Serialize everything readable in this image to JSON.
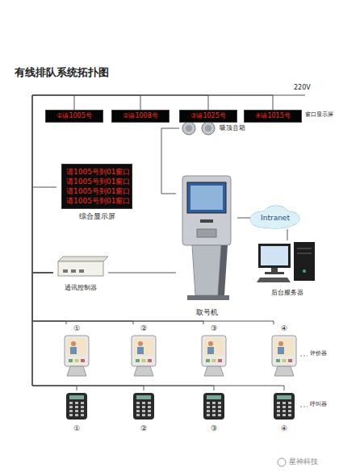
{
  "diagram": {
    "title": "有线排队系统拓扑图",
    "nodes": [
      {
        "text": [
          "①请1005号"
        ]
      },
      {
        "text": [
          "②请1008号"
        ]
      },
      {
        "text": [
          "③请1025号"
        ]
      },
      {
        "text": [
          "④请1015号"
        ]
      },
      {
        "text": [
          "请1005号到01窗口",
          "请1005号到01窗口",
          "请1005号到01窗口",
          "请1005号到01窗口",
          "综合显示屏"
        ]
      },
      {
        "text": [
          "吸顶音箱"
        ]
      },
      {
        "text": [
          "取号机"
        ]
      },
      {
        "text": [
          "Intranet"
        ]
      },
      {
        "text": [
          "后台服务器"
        ]
      },
      {
        "text": [
          "通讯控制器"
        ]
      },
      {
        "text": [
          "①"
        ]
      },
      {
        "text": [
          "②"
        ]
      },
      {
        "text": [
          "③"
        ]
      },
      {
        "text": [
          "④"
        ]
      },
      {
        "text": [
          "①"
        ]
      },
      {
        "text": [
          "②"
        ]
      },
      {
        "text": [
          "③"
        ]
      },
      {
        "text": [
          "④"
        ]
      }
    ],
    "edges": [
      {
        "from": 9,
        "to": 0,
        "arrow": "none"
      },
      {
        "from": 9,
        "to": 1,
        "arrow": "none"
      },
      {
        "from": 9,
        "to": 2,
        "arrow": "none"
      },
      {
        "from": 9,
        "to": 3,
        "arrow": "none"
      },
      {
        "from": 9,
        "to": 4,
        "arrow": "none"
      },
      {
        "from": 9,
        "to": 6,
        "arrow": "none"
      },
      {
        "from": 6,
        "to": 5,
        "arrow": "none"
      },
      {
        "from": 6,
        "to": 7,
        "arrow": "none"
      },
      {
        "from": 7,
        "to": 8,
        "arrow": "none"
      },
      {
        "from": 9,
        "to": 10,
        "arrow": "none"
      },
      {
        "from": 9,
        "to": 11,
        "arrow": "none"
      },
      {
        "from": 9,
        "to": 12,
        "arrow": "none"
      },
      {
        "from": 9,
        "to": 13,
        "arrow": "none"
      },
      {
        "from": 9,
        "to": 14,
        "arrow": "none"
      },
      {
        "from": 9,
        "to": 15,
        "arrow": "none"
      },
      {
        "from": 9,
        "to": 16,
        "arrow": "none"
      },
      {
        "from": 9,
        "to": 17,
        "arrow": "none"
      }
    ],
    "labels": [
      "220V",
      "窗口显示屏",
      "评价器",
      "呼叫器",
      "星神科技"
    ]
  }
}
